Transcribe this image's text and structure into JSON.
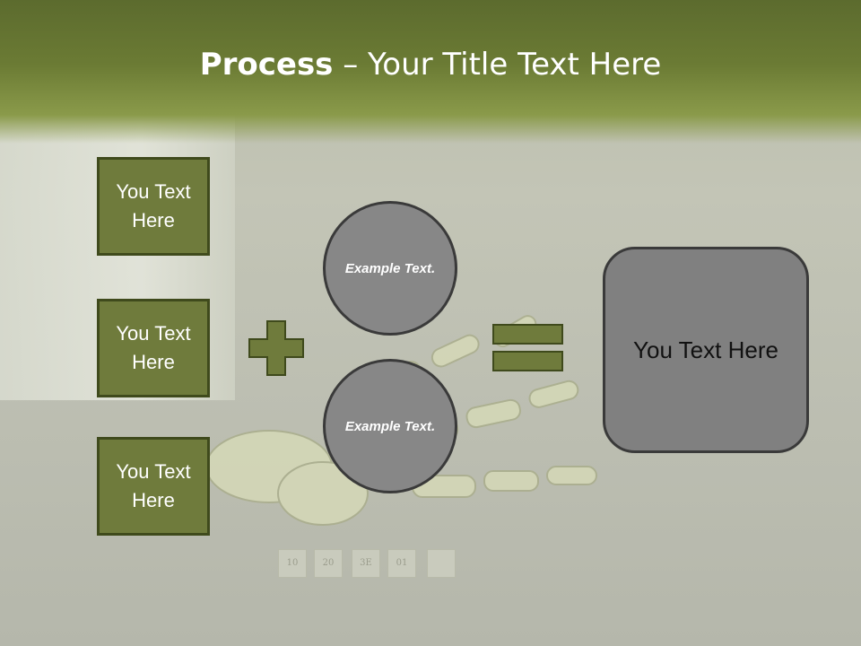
{
  "title": {
    "bold": "Process",
    "rest": " – Your Title Text Here"
  },
  "boxes": [
    {
      "label": "You Text Here"
    },
    {
      "label": "You Text Here"
    },
    {
      "label": "You Text Here"
    }
  ],
  "circles": [
    {
      "label": "Example Text."
    },
    {
      "label": "Example Text."
    }
  ],
  "result": {
    "label": "You Text Here"
  },
  "background_tiles": [
    "10",
    "20",
    "3E",
    "01",
    ""
  ],
  "colors": {
    "box_fill": "#6f7b3c",
    "circle_fill": "#878787",
    "operator": "#6f7b3c",
    "title_band": "#5c6b2e"
  }
}
